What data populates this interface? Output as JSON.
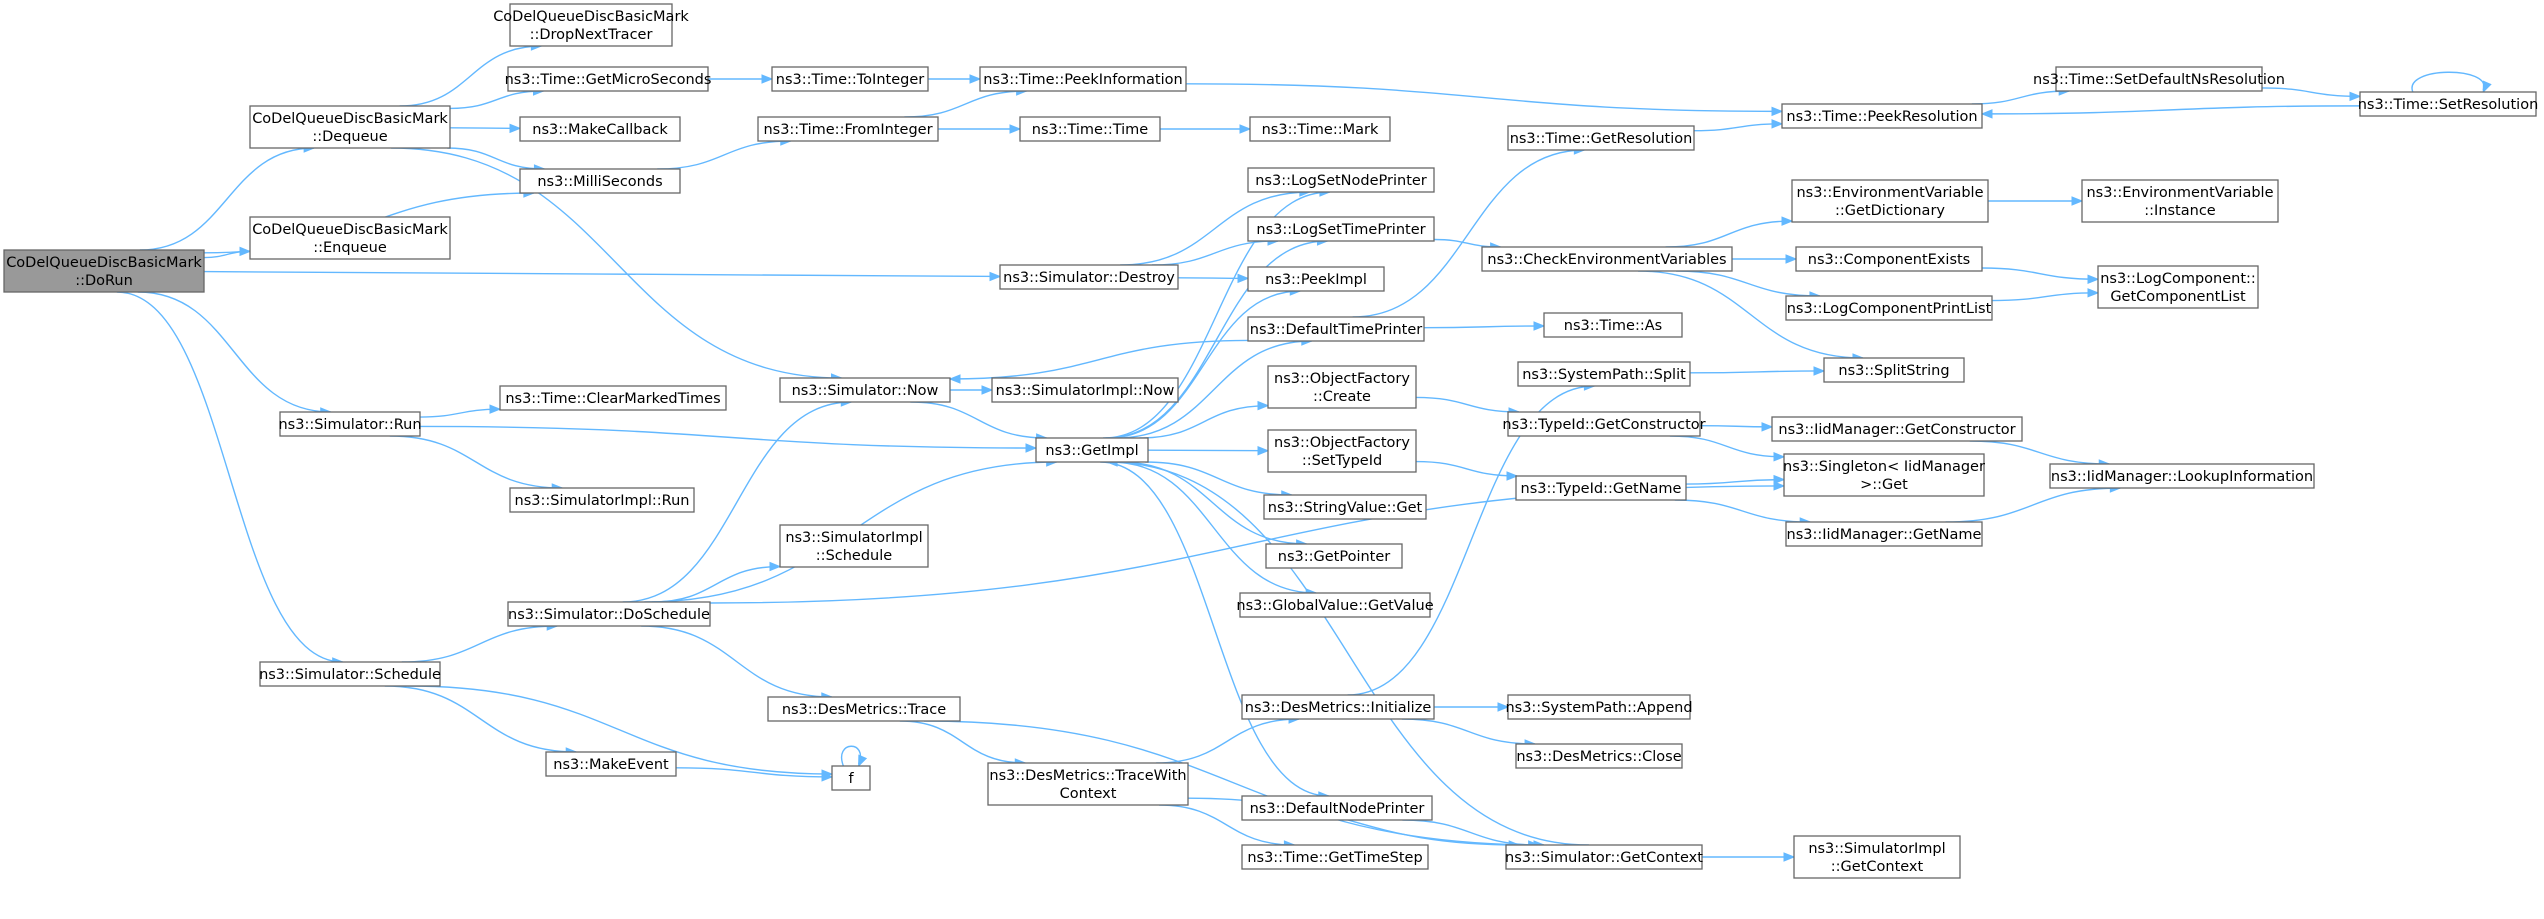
{
  "graph": {
    "root": "n0",
    "nodes": [
      {
        "id": "n0",
        "lines": [
          "CoDelQueueDiscBasicMark",
          "::DoRun"
        ],
        "root": true
      },
      {
        "id": "n1",
        "lines": [
          "CoDelQueueDiscBasicMark",
          "::Dequeue"
        ]
      },
      {
        "id": "n2",
        "lines": [
          "CoDelQueueDiscBasicMark",
          "::Enqueue"
        ]
      },
      {
        "id": "n3",
        "lines": [
          "ns3::MilliSeconds"
        ]
      },
      {
        "id": "n4",
        "lines": [
          "ns3::Simulator::Destroy"
        ]
      },
      {
        "id": "n5",
        "lines": [
          "ns3::Simulator::Run"
        ]
      },
      {
        "id": "n6",
        "lines": [
          "ns3::Simulator::Schedule"
        ]
      },
      {
        "id": "n7",
        "lines": [
          "CoDelQueueDiscBasicMark",
          "::DropNextTracer"
        ]
      },
      {
        "id": "n8",
        "lines": [
          "ns3::Time::GetMicroSeconds"
        ]
      },
      {
        "id": "n9",
        "lines": [
          "ns3::MakeCallback"
        ]
      },
      {
        "id": "n10",
        "lines": [
          "ns3::Simulator::Now"
        ]
      },
      {
        "id": "n11",
        "lines": [
          "ns3::Time::ToInteger"
        ]
      },
      {
        "id": "n12",
        "lines": [
          "ns3::Time::PeekInformation"
        ]
      },
      {
        "id": "n13",
        "lines": [
          "ns3::Time::PeekResolution"
        ]
      },
      {
        "id": "n14",
        "lines": [
          "ns3::Time::SetDefaultNsResolution"
        ]
      },
      {
        "id": "n15",
        "lines": [
          "ns3::Time::SetResolution"
        ]
      },
      {
        "id": "n16",
        "lines": [
          "ns3::Time::FromInteger"
        ]
      },
      {
        "id": "n17",
        "lines": [
          "ns3::Time::Time"
        ]
      },
      {
        "id": "n18",
        "lines": [
          "ns3::Time::Mark"
        ]
      },
      {
        "id": "n19",
        "lines": [
          "ns3::Time::GetResolution"
        ]
      },
      {
        "id": "n20",
        "lines": [
          "ns3::LogSetNodePrinter"
        ]
      },
      {
        "id": "n21",
        "lines": [
          "ns3::LogSetTimePrinter"
        ]
      },
      {
        "id": "n22",
        "lines": [
          "ns3::PeekImpl"
        ]
      },
      {
        "id": "n23",
        "lines": [
          "ns3::DefaultTimePrinter"
        ]
      },
      {
        "id": "n24",
        "lines": [
          "ns3::CheckEnvironmentVariables"
        ]
      },
      {
        "id": "n25",
        "lines": [
          "ns3::EnvironmentVariable",
          "::GetDictionary"
        ]
      },
      {
        "id": "n26",
        "lines": [
          "ns3::EnvironmentVariable",
          "::Instance"
        ]
      },
      {
        "id": "n27",
        "lines": [
          "ns3::ComponentExists"
        ]
      },
      {
        "id": "n28",
        "lines": [
          "ns3::LogComponentPrintList"
        ]
      },
      {
        "id": "n29",
        "lines": [
          "ns3::LogComponent::",
          "GetComponentList"
        ]
      },
      {
        "id": "n30",
        "lines": [
          "ns3::Time::As"
        ]
      },
      {
        "id": "n31",
        "lines": [
          "ns3::SplitString"
        ]
      },
      {
        "id": "n32",
        "lines": [
          "ns3::SystemPath::Split"
        ]
      },
      {
        "id": "n33",
        "lines": [
          "ns3::SimulatorImpl::Now"
        ]
      },
      {
        "id": "n34",
        "lines": [
          "ns3::Time::ClearMarkedTimes"
        ]
      },
      {
        "id": "n35",
        "lines": [
          "ns3::GetImpl"
        ]
      },
      {
        "id": "n36",
        "lines": [
          "ns3::ObjectFactory",
          "::Create"
        ]
      },
      {
        "id": "n37",
        "lines": [
          "ns3::TypeId::GetConstructor"
        ]
      },
      {
        "id": "n38",
        "lines": [
          "ns3::IidManager::GetConstructor"
        ]
      },
      {
        "id": "n39",
        "lines": [
          "ns3::ObjectFactory",
          "::SetTypeId"
        ]
      },
      {
        "id": "n40",
        "lines": [
          "ns3::TypeId::GetName"
        ]
      },
      {
        "id": "n41",
        "lines": [
          "ns3::Singleton< IidManager",
          " >::Get"
        ]
      },
      {
        "id": "n42",
        "lines": [
          "ns3::IidManager::LookupInformation"
        ]
      },
      {
        "id": "n43",
        "lines": [
          "ns3::IidManager::GetName"
        ]
      },
      {
        "id": "n44",
        "lines": [
          "ns3::SimulatorImpl::Run"
        ]
      },
      {
        "id": "n45",
        "lines": [
          "ns3::StringValue::Get"
        ]
      },
      {
        "id": "n46",
        "lines": [
          "ns3::SimulatorImpl",
          "::Schedule"
        ]
      },
      {
        "id": "n47",
        "lines": [
          "ns3::GetPointer"
        ]
      },
      {
        "id": "n48",
        "lines": [
          "ns3::Simulator::DoSchedule"
        ]
      },
      {
        "id": "n49",
        "lines": [
          "ns3::GlobalValue::GetValue"
        ]
      },
      {
        "id": "n50",
        "lines": [
          "ns3::DesMetrics::Trace"
        ]
      },
      {
        "id": "n51",
        "lines": [
          "ns3::DesMetrics::Initialize"
        ]
      },
      {
        "id": "n52",
        "lines": [
          "ns3::SystemPath::Append"
        ]
      },
      {
        "id": "n53",
        "lines": [
          "ns3::DesMetrics::Close"
        ]
      },
      {
        "id": "n54",
        "lines": [
          "ns3::MakeEvent"
        ]
      },
      {
        "id": "n55",
        "lines": [
          "f"
        ]
      },
      {
        "id": "n56",
        "lines": [
          "ns3::DesMetrics::TraceWith",
          "Context"
        ]
      },
      {
        "id": "n57",
        "lines": [
          "ns3::DefaultNodePrinter"
        ]
      },
      {
        "id": "n58",
        "lines": [
          "ns3::Simulator::GetContext"
        ]
      },
      {
        "id": "n59",
        "lines": [
          "ns3::SimulatorImpl",
          "::GetContext"
        ]
      },
      {
        "id": "n60",
        "lines": [
          "ns3::Time::GetTimeStep"
        ]
      }
    ],
    "edges": [
      [
        "n0",
        "n1"
      ],
      [
        "n0",
        "n2"
      ],
      [
        "n0",
        "n3"
      ],
      [
        "n0",
        "n4"
      ],
      [
        "n0",
        "n5"
      ],
      [
        "n0",
        "n6"
      ],
      [
        "n1",
        "n7"
      ],
      [
        "n1",
        "n8"
      ],
      [
        "n1",
        "n9"
      ],
      [
        "n1",
        "n3"
      ],
      [
        "n1",
        "n10"
      ],
      [
        "n8",
        "n11"
      ],
      [
        "n11",
        "n12"
      ],
      [
        "n12",
        "n13"
      ],
      [
        "n13",
        "n14"
      ],
      [
        "n14",
        "n15"
      ],
      [
        "n15",
        "n13"
      ],
      [
        "n15",
        "n15"
      ],
      [
        "n3",
        "n16"
      ],
      [
        "n16",
        "n12"
      ],
      [
        "n16",
        "n17"
      ],
      [
        "n17",
        "n18"
      ],
      [
        "n4",
        "n20"
      ],
      [
        "n4",
        "n21"
      ],
      [
        "n4",
        "n22"
      ],
      [
        "n21",
        "n24"
      ],
      [
        "n24",
        "n25"
      ],
      [
        "n25",
        "n26"
      ],
      [
        "n24",
        "n27"
      ],
      [
        "n24",
        "n28"
      ],
      [
        "n24",
        "n31"
      ],
      [
        "n27",
        "n29"
      ],
      [
        "n28",
        "n29"
      ],
      [
        "n23",
        "n19"
      ],
      [
        "n19",
        "n13"
      ],
      [
        "n23",
        "n30"
      ],
      [
        "n23",
        "n10"
      ],
      [
        "n10",
        "n33"
      ],
      [
        "n10",
        "n35"
      ],
      [
        "n5",
        "n34"
      ],
      [
        "n5",
        "n35"
      ],
      [
        "n5",
        "n44"
      ],
      [
        "n35",
        "n20"
      ],
      [
        "n35",
        "n21"
      ],
      [
        "n35",
        "n22"
      ],
      [
        "n35",
        "n23"
      ],
      [
        "n35",
        "n36"
      ],
      [
        "n35",
        "n39"
      ],
      [
        "n35",
        "n45"
      ],
      [
        "n35",
        "n47"
      ],
      [
        "n35",
        "n49"
      ],
      [
        "n35",
        "n57"
      ],
      [
        "n36",
        "n37"
      ],
      [
        "n37",
        "n38"
      ],
      [
        "n37",
        "n41"
      ],
      [
        "n38",
        "n42"
      ],
      [
        "n39",
        "n40"
      ],
      [
        "n40",
        "n41"
      ],
      [
        "n40",
        "n43"
      ],
      [
        "n43",
        "n42"
      ],
      [
        "n32",
        "n31"
      ],
      [
        "n6",
        "n48"
      ],
      [
        "n6",
        "n54"
      ],
      [
        "n6",
        "n55"
      ],
      [
        "n48",
        "n10"
      ],
      [
        "n48",
        "n35"
      ],
      [
        "n48",
        "n46"
      ],
      [
        "n48",
        "n50"
      ],
      [
        "n48",
        "n41"
      ],
      [
        "n50",
        "n56"
      ],
      [
        "n50",
        "n58"
      ],
      [
        "n56",
        "n51"
      ],
      [
        "n56",
        "n60"
      ],
      [
        "n56",
        "n58"
      ],
      [
        "n51",
        "n32"
      ],
      [
        "n51",
        "n52"
      ],
      [
        "n51",
        "n53"
      ],
      [
        "n54",
        "n55"
      ],
      [
        "n55",
        "n55"
      ],
      [
        "n57",
        "n58"
      ],
      [
        "n58",
        "n59"
      ],
      [
        "n58",
        "n35"
      ]
    ]
  }
}
